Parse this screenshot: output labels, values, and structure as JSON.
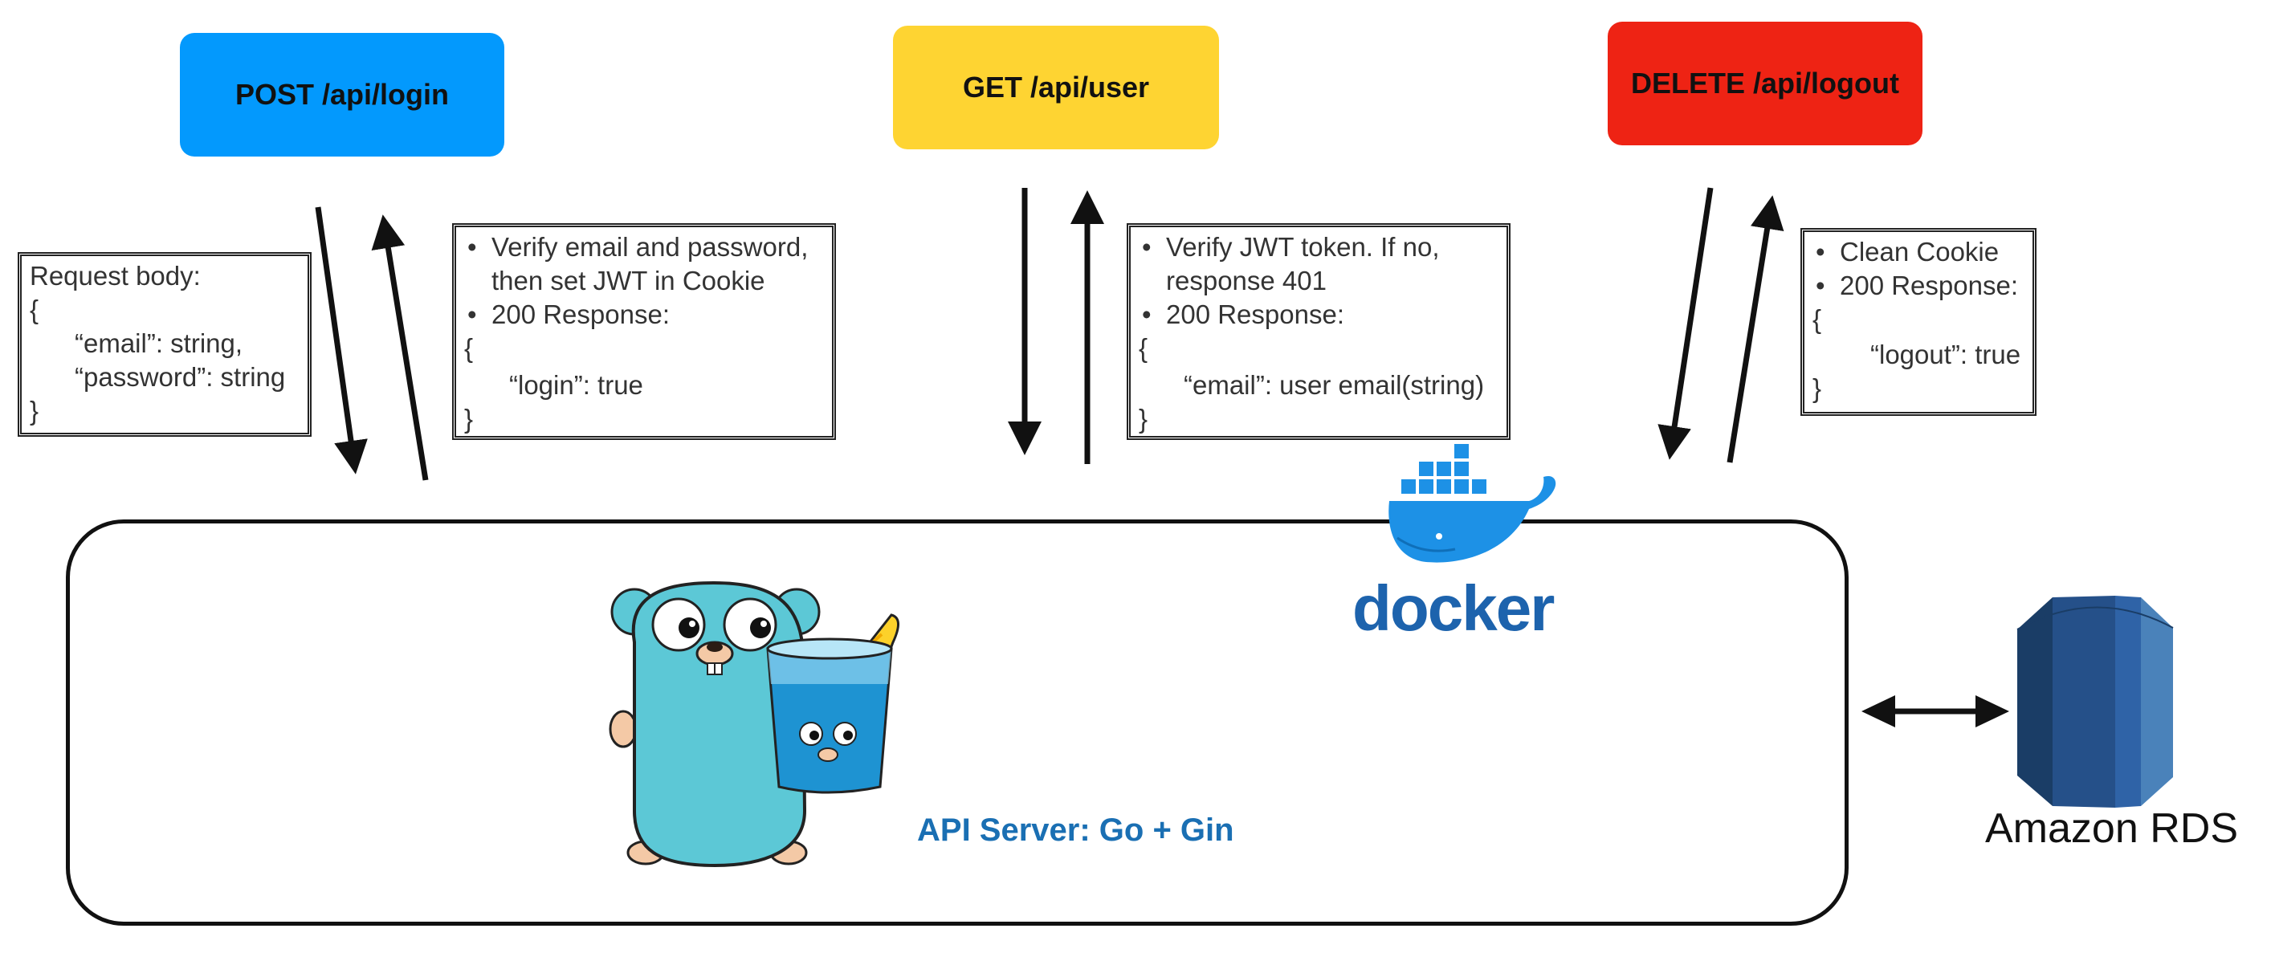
{
  "endpoints": [
    {
      "label": "POST /api/login",
      "color": "#0399fd"
    },
    {
      "label": "GET /api/user",
      "color": "#fed432"
    },
    {
      "label": "DELETE /api/logout",
      "color": "#ee2314"
    }
  ],
  "login": {
    "request_body": {
      "title": "Request body:",
      "open": "{",
      "field1": "“email”: string,",
      "field2": "“password”: string",
      "close": "}"
    },
    "response": {
      "bullet1_line1": "Verify email and password,",
      "bullet1_line2": "then set JWT in Cookie",
      "bullet2": "200 Response:",
      "open": "{",
      "field": "“login”: true",
      "close": "}"
    }
  },
  "user": {
    "response": {
      "bullet1_line1": "Verify JWT token. If no,",
      "bullet1_line2": "response 401",
      "bullet2": "200 Response:",
      "open": "{",
      "field": "“email”: user email(string)",
      "close": "}"
    }
  },
  "logout": {
    "response": {
      "bullet1": "Clean Cookie",
      "bullet2": "200 Response:",
      "open": "{",
      "field": "“logout”: true",
      "close": "}"
    }
  },
  "server": {
    "label": "API Server: Go + Gin",
    "label_color": "#1a6fb3"
  },
  "docker": {
    "logo_word": "docker",
    "color": "#1d63ad"
  },
  "database": {
    "label": "Amazon RDS",
    "colors": [
      "#1a3d66",
      "#255089",
      "#2f63a7",
      "#4a82ba"
    ]
  },
  "icons": [
    "gopher-mascot-icon",
    "docker-whale-icon",
    "amazon-rds-icon"
  ]
}
